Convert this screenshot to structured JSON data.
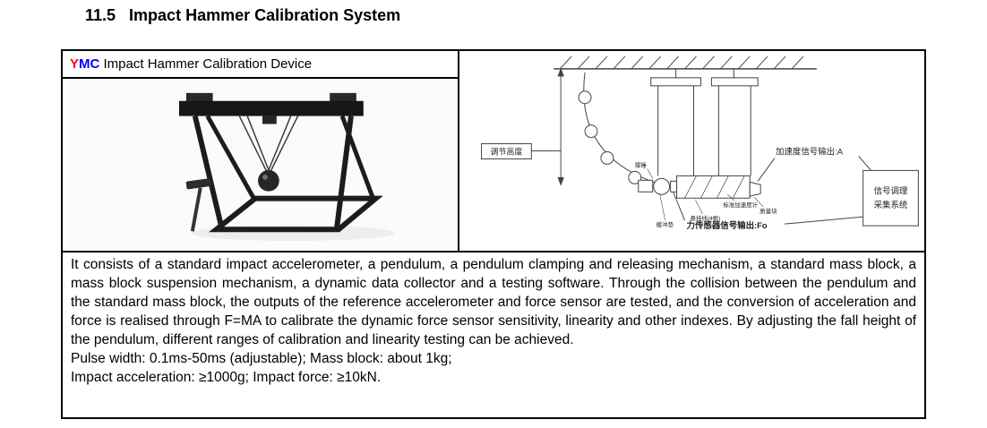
{
  "heading": {
    "number": "11.5",
    "title": "Impact Hammer Calibration System"
  },
  "product": {
    "brand_y": "Y",
    "brand_mc": "MC",
    "name": " Impact Hammer Calibration Device"
  },
  "description": {
    "paragraph": "It consists of a standard impact accelerometer, a pendulum, a pendulum clamping and releasing mechanism, a standard mass block, a mass block suspension mechanism, a dynamic data collector and a testing software. Through the collision between the pendulum and the standard mass block, the outputs of the reference accelerometer and force sensor are tested, and the conversion of acceleration and force is realised through F=MA to calibrate the dynamic force sensor sensitivity, linearity and other indexes. By adjusting the fall height of the pendulum, different ranges of calibration and linearity testing can be achieved.",
    "spec_pulse_mass": "Pulse width: 0.1ms-50ms (adjustable); Mass block: about 1kg;",
    "spec_impact": "Impact acceleration: ≥1000g; Impact force: ≥10kN."
  },
  "diagram": {
    "adjust_height": "调节高度",
    "accel_output": "加速度信号输出:A",
    "signal_box_line1": "信号调理",
    "signal_box_line2": "采集系统",
    "force_output": "力传感器信号输出:Fo",
    "pendulum": "摆锤",
    "buffer_pad": "缓冲垫",
    "suspension": "悬挂线(4根)",
    "std_accelerometer": "标准加速度计",
    "mass_block": "质量块"
  },
  "colors": {
    "brand_red": "#ff0000",
    "brand_blue": "#0000ff",
    "border_black": "#000000"
  }
}
